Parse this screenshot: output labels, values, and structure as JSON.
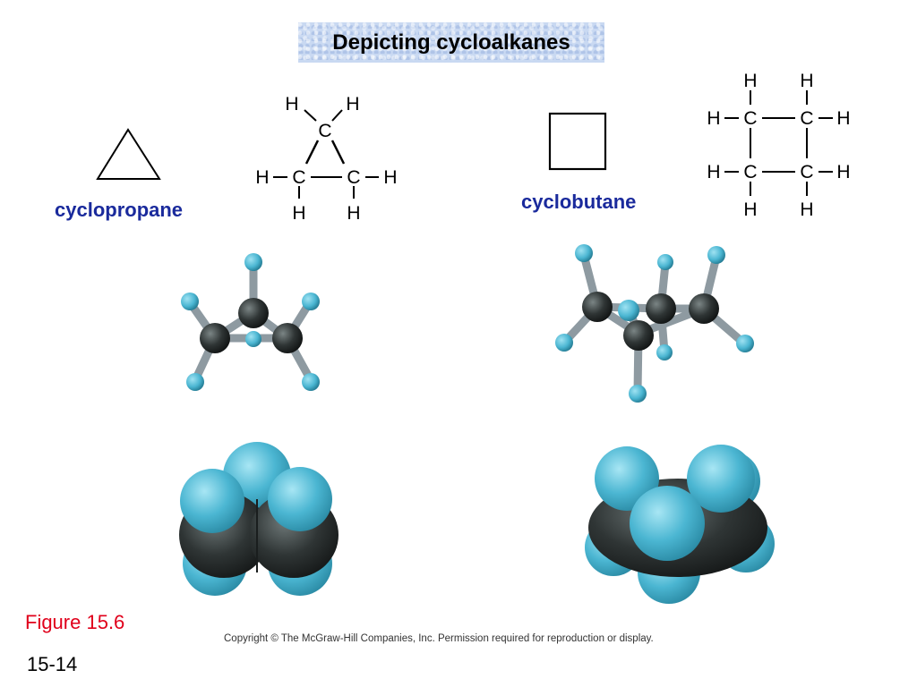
{
  "slide": {
    "title": "Depicting cycloalkanes",
    "figure_label": "Figure 15.6",
    "copyright": "Copyright © The McGraw-Hill Companies, Inc. Permission required for reproduction or display.",
    "slide_number": "15-14"
  },
  "molecules": {
    "cyclopropane": {
      "name": "cyclopropane"
    },
    "cyclobutane": {
      "name": "cyclobutane"
    }
  },
  "atoms": {
    "carbon": "C",
    "hydrogen": "H"
  },
  "colors": {
    "title_bg": "#c9d9f2",
    "label_blue": "#1a2a9c",
    "figure_red": "#e0001b",
    "carbon_atom": "#2f3535",
    "hydrogen_atom": "#4bb6d2",
    "bond_gray": "#8e9aa1"
  }
}
